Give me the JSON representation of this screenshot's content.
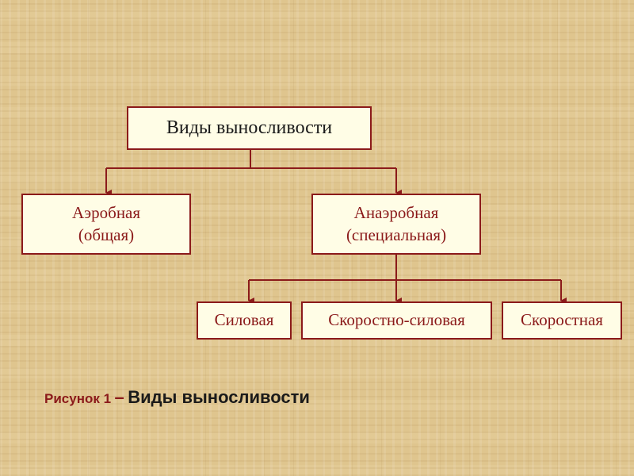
{
  "diagram": {
    "root": "Виды выносливости",
    "level1": [
      {
        "line1": "Аэробная",
        "line2": "(общая)"
      },
      {
        "line1": "Анаэробная",
        "line2": "(специальная)"
      }
    ],
    "level2": [
      "Силовая",
      "Скоростно-силовая",
      "Скоростная"
    ]
  },
  "caption": {
    "prefix": "Рисунок 1",
    "dash": "–",
    "title": "Виды выносливости"
  },
  "colors": {
    "border": "#8b1a1a",
    "box_fill": "#fffde6",
    "text_dark": "#1a1a1a",
    "background": "#dfc58e"
  }
}
